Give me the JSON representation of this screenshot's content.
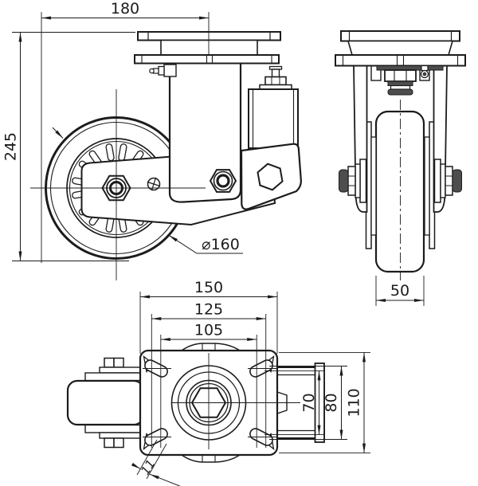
{
  "dimensions": {
    "overall_width": "180",
    "overall_height": "245",
    "wheel_diameter": "⌀160",
    "wheel_width": "50",
    "plate_length": "150",
    "hole_span_h_outer": "125",
    "hole_span_h_inner": "105",
    "hole_span_v_inner": "70",
    "hole_span_v_outer": "80",
    "plate_depth": "110",
    "slot_width": "11"
  },
  "colors": {
    "line": "#1c1c1c",
    "dark_fill": "#4d4d4d",
    "background": "#ffffff"
  }
}
